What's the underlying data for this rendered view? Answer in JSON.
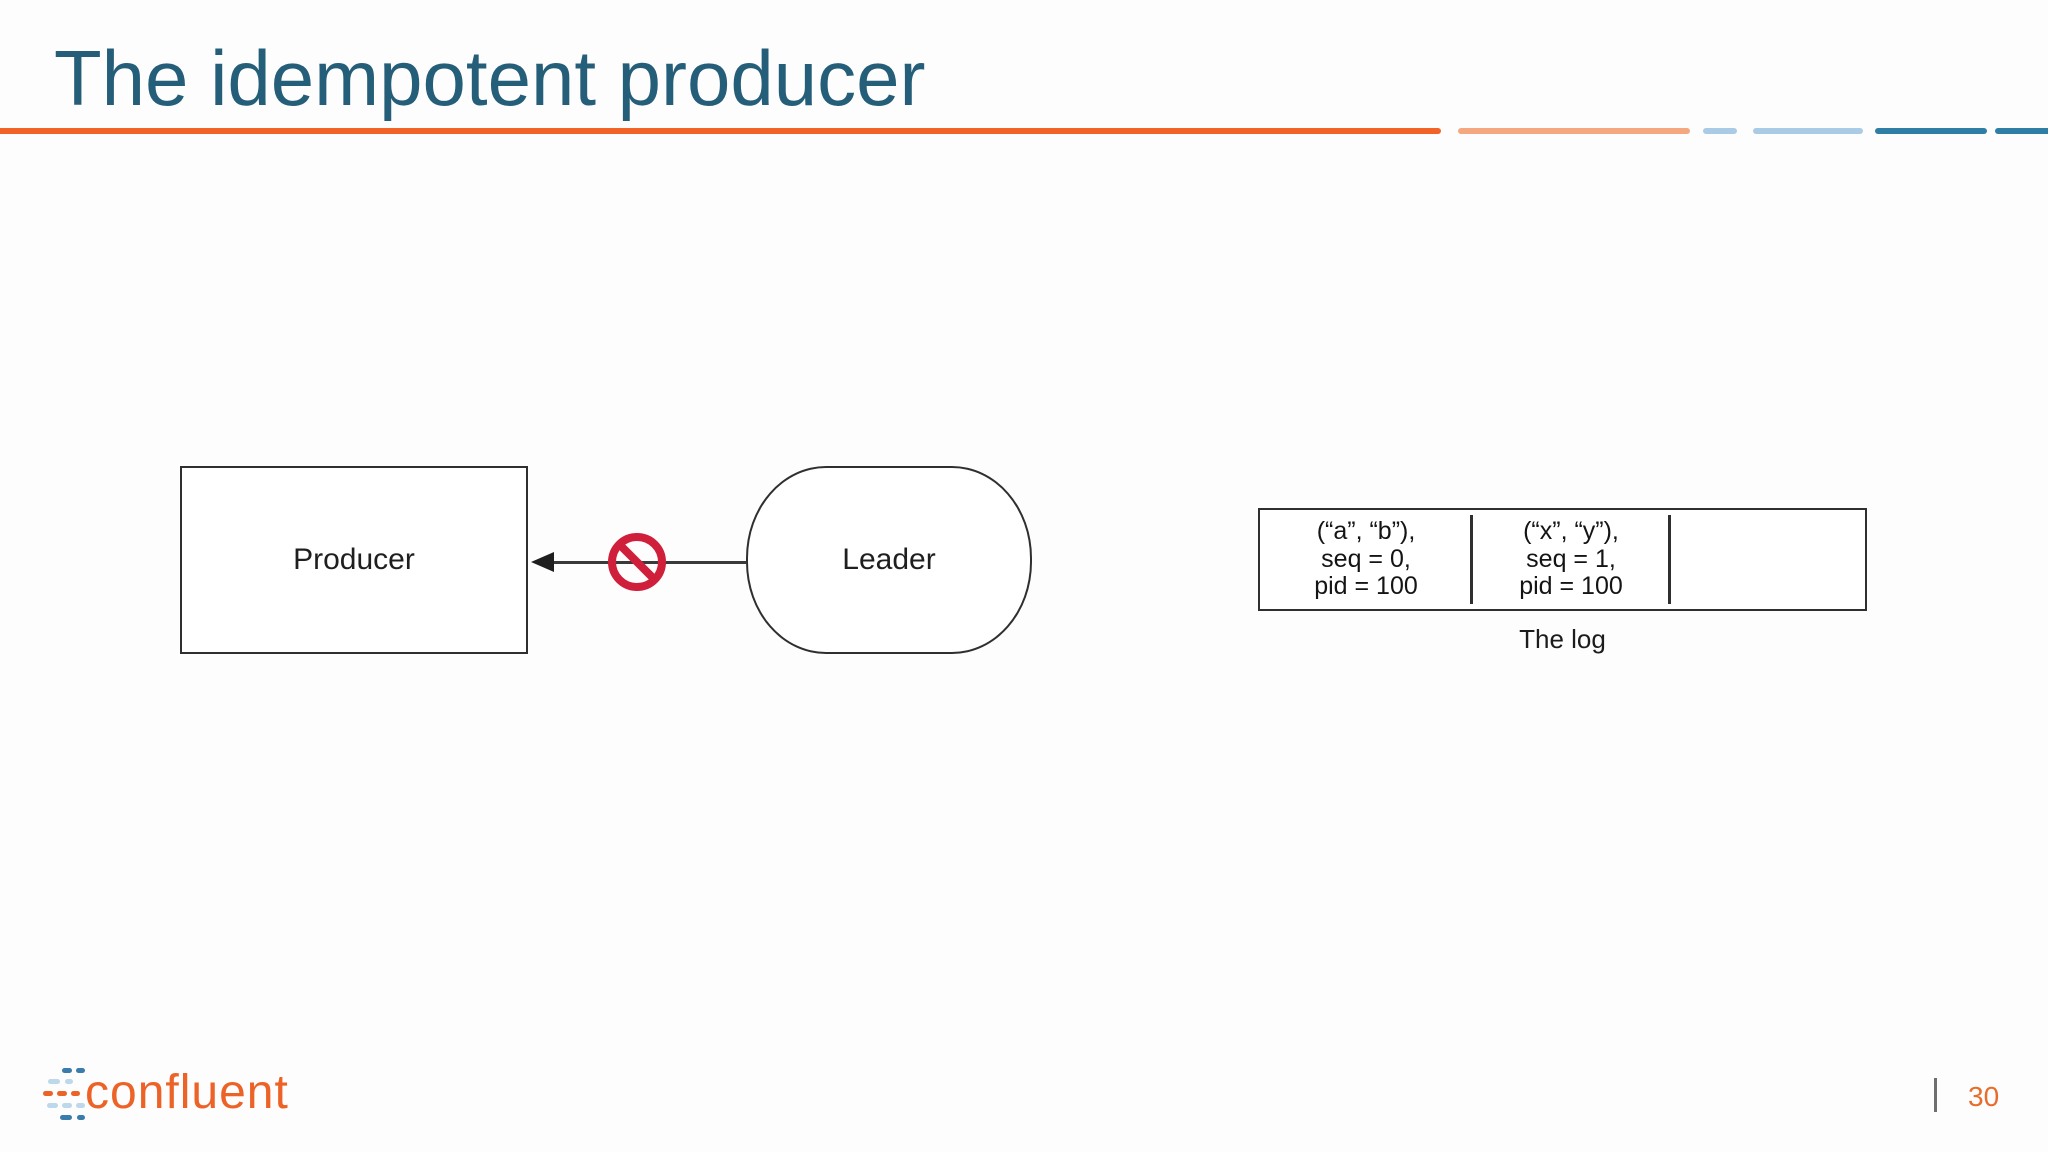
{
  "title": "The idempotent producer",
  "diagram": {
    "producer_label": "Producer",
    "leader_label": "Leader",
    "no_symbol_meaning": "blocked-response"
  },
  "log": {
    "caption": "The log",
    "entries": [
      {
        "lines": [
          "(“a”, “b”),",
          "seq = 0,",
          "pid = 100"
        ]
      },
      {
        "lines": [
          "(“x”, “y”),",
          "seq = 1,",
          "pid = 100"
        ]
      },
      {
        "lines": []
      }
    ]
  },
  "footer": {
    "brand": "confluent",
    "page_number": "30"
  },
  "colors": {
    "title_teal": "#255e79",
    "accent_orange": "#f26327",
    "accent_orange_light": "#f5a87f",
    "accent_blue_light": "#a9cbe6",
    "accent_teal_blue": "#2e7ea6",
    "no_entry_red": "#cf1f3a",
    "brand_orange": "#ec6227"
  }
}
